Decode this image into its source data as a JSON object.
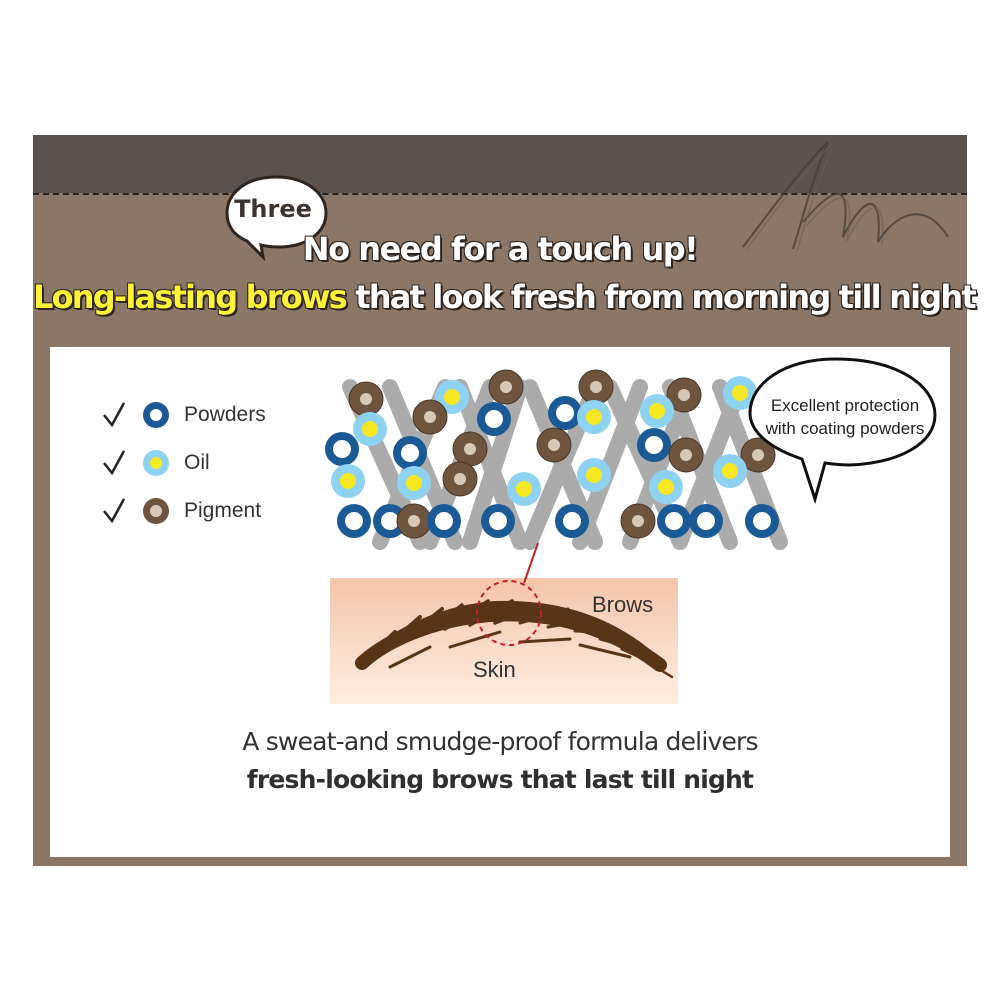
{
  "header": {
    "badge": "Three",
    "headline_line1": "No need for a touch up!",
    "headline_highlight": "Long-lasting brows",
    "headline_line2_rest": " that look fresh from morning till night"
  },
  "legend": [
    {
      "label": "Powders",
      "check": "✓"
    },
    {
      "label": "Oil",
      "check": "✓"
    },
    {
      "label": "Pigment",
      "check": "✓"
    }
  ],
  "callout": {
    "line1": "Excellent protection",
    "line2": "with coating powders"
  },
  "brow_labels": {
    "brows": "Brows",
    "skin": "Skin"
  },
  "caption": {
    "line1": "A sweat-and smudge-proof formula delivers",
    "line2": "fresh-looking brows that last till night"
  },
  "colors": {
    "frame": "#8a7767",
    "frame_top": "#5c524d",
    "highlight": "#fff33a",
    "powder": "#1b5a94",
    "oil_ring": "#8fd3f4",
    "oil_core": "#f7e823",
    "pigment": "#6e5540",
    "brow": "#5a3417",
    "skin": "#f9d4bd"
  }
}
